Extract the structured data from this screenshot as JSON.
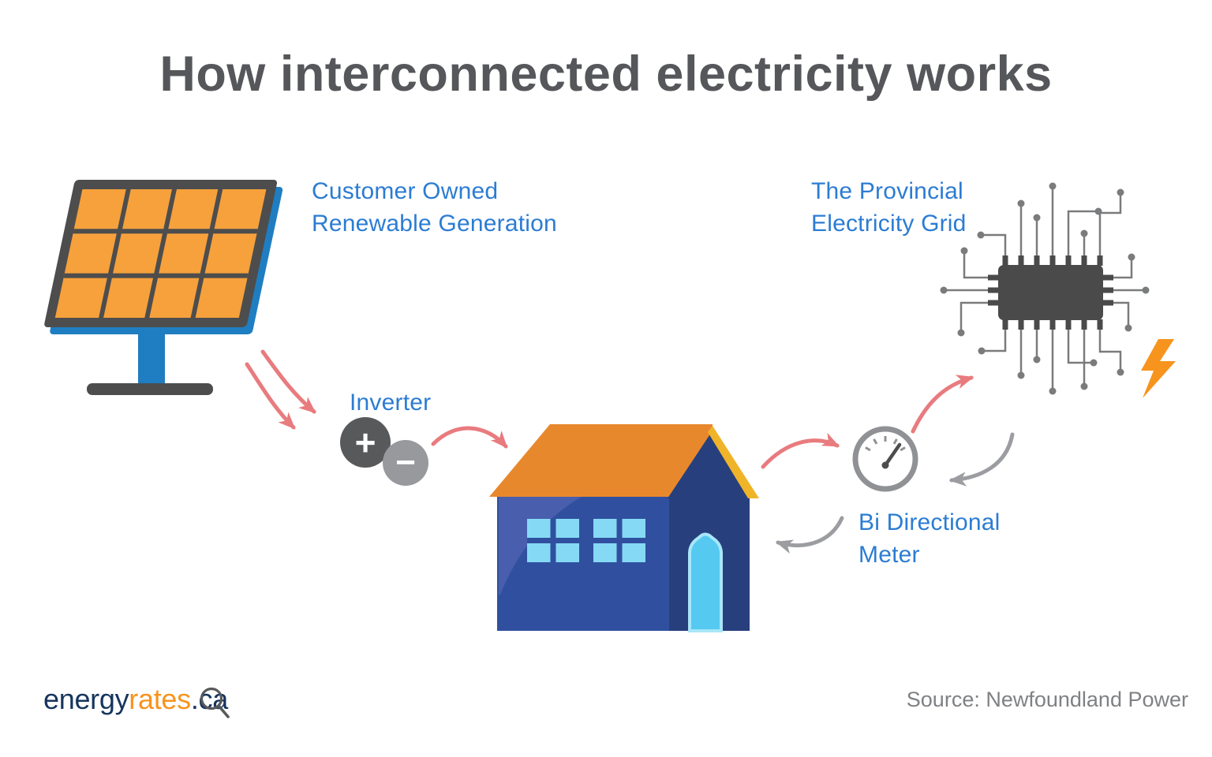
{
  "title": "How interconnected electricity works",
  "labels": {
    "solar": {
      "line1": "Customer Owned",
      "line2": "Renewable Generation"
    },
    "grid": {
      "line1": "The Provincial",
      "line2": "Electricity Grid"
    },
    "inverter": "Inverter",
    "meter": {
      "line1": "Bi Directional",
      "line2": "Meter"
    }
  },
  "inverter": {
    "plus": "+",
    "minus": "−"
  },
  "footer": {
    "logo": {
      "energy": "energy",
      "rates": "rates",
      "tld": ".ca"
    },
    "source": "Source: Newfoundland Power"
  },
  "icons": {
    "solar_panel": "solar-panel-icon",
    "inverter_unit": "inverter-plus-minus-icon",
    "house": "house-icon",
    "bidirectional_meter": "gauge-meter-icon",
    "microchip": "microchip-icon",
    "lightning_bolt": "lightning-bolt-icon",
    "magnifier": "magnifier-icon"
  },
  "colors": {
    "title_text": "#56575B",
    "label_blue": "#2B7CD3",
    "arrow_red": "#E87B7E",
    "arrow_gray": "#9B9DA0",
    "panel_cell_orange": "#F6A13C",
    "panel_frame": "#4D4D4D",
    "panel_edge_blue": "#1F7EC2",
    "roof_orange": "#E8882D",
    "roof_yellow": "#F0B429",
    "house_blue": "#30509F",
    "house_dark_blue": "#27407D",
    "window_blue": "#86D9F5",
    "door_cyan": "#55C9F0",
    "chip_gray": "#4A4A4B",
    "bolt_orange": "#F7941D",
    "logo_navy": "#16355E",
    "logo_orange": "#F7941D",
    "source_gray": "#7F8184"
  }
}
